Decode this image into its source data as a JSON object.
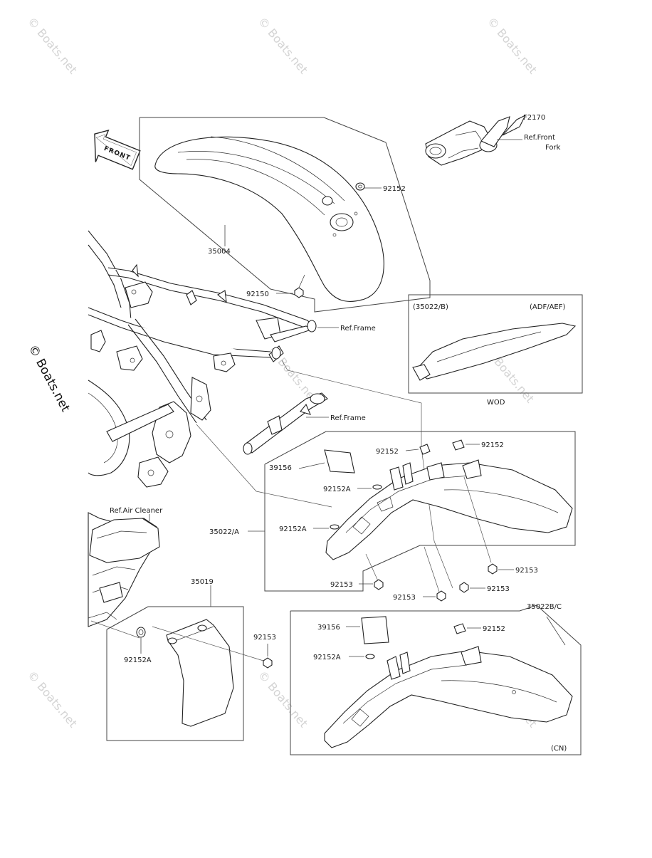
{
  "figure_id": "F2170",
  "direction_arrow": "FRONT",
  "watermark": "© Boats.net",
  "refs": {
    "front_fork": [
      "Ref.Front",
      "Fork"
    ],
    "frame_upper": "Ref.Frame",
    "frame_lower": "Ref.Frame",
    "air_cleaner": "Ref.Air Cleaner"
  },
  "variant_inset": {
    "code": "(35022/B)",
    "market": "(ADF/AEF)",
    "caption": "WOD"
  },
  "variant_cn": {
    "code": "35022B/C",
    "market": "(CN)"
  },
  "labels": {
    "p35004": "35004",
    "p92150": "92150",
    "p92152_top": "92152",
    "p92152_mid_left": "92152",
    "p92152_mid_right": "92152",
    "p39156_mid": "39156",
    "p92152a_1": "92152A",
    "p35022a": "35022/A",
    "p92152a_2": "92152A",
    "p92153_1": "92153",
    "p92153_2": "92153",
    "p92153_3": "92153",
    "p92153_4": "92153",
    "p35019": "35019",
    "p92153_5": "92153",
    "p92152a_3": "92152A",
    "p39156_cn": "39156",
    "p92152_cn": "92152",
    "p92152a_cn": "92152A"
  }
}
